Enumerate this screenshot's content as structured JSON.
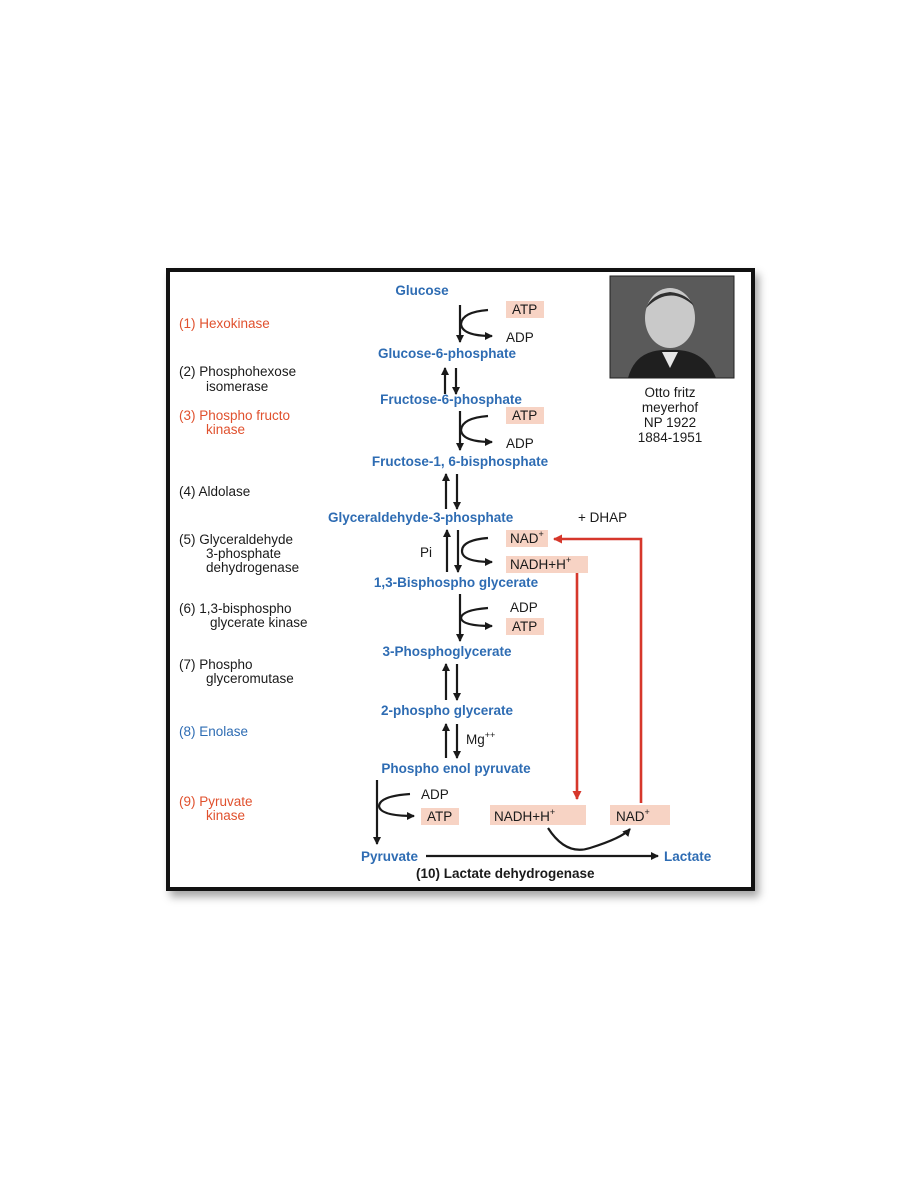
{
  "diagram": {
    "molecules": {
      "glucose": "Glucose",
      "g6p": "Glucose-6-phosphate",
      "f6p": "Fructose-6-phosphate",
      "f16bp": "Fructose-1, 6-bisphosphate",
      "gap": "Glyceraldehyde-3-phosphate",
      "dhap": "+ DHAP",
      "bpg13": "1,3-Bisphospho glycerate",
      "pg3": "3-Phosphoglycerate",
      "pg2": "2-phospho glycerate",
      "pep": "Phospho enol pyruvate",
      "pyruvate": "Pyruvate",
      "lactate": "Lactate"
    },
    "enzymes": {
      "e1": "(1) Hexokinase",
      "e2_line1": "(2) Phosphohexose",
      "e2_line2": "isomerase",
      "e3_line1": "(3) Phospho fructo",
      "e3_line2": "kinase",
      "e4": "(4) Aldolase",
      "e5_line1": "(5) Glyceraldehyde",
      "e5_line2": "3-phosphate",
      "e5_line3": "dehydrogenase",
      "e6_line1": "(6) 1,3-bisphospho",
      "e6_line2": "glycerate kinase",
      "e7_line1": "(7) Phospho",
      "e7_line2": "glyceromutase",
      "e8": "(8) Enolase",
      "e9_line1": "(9) Pyruvate",
      "e9_line2": "kinase",
      "e10": "(10) Lactate dehydrogenase"
    },
    "cofactors": {
      "atp": "ATP",
      "adp": "ADP",
      "pi": "Pi",
      "nad": "NAD",
      "nadh": "NADH+H",
      "plus": "+",
      "mg": "Mg",
      "mg_charge": "++"
    },
    "portrait": {
      "line1": "Otto fritz",
      "line2": "meyerhof",
      "line3": "NP 1922",
      "line4": "1884-1951"
    },
    "colors": {
      "molecule": "#2e6cb3",
      "key_enzyme": "#e0512e",
      "enolase": "#2e6cb3",
      "cofactor_box": "#f7d3c4",
      "redox_arrow": "#d6372b"
    }
  }
}
